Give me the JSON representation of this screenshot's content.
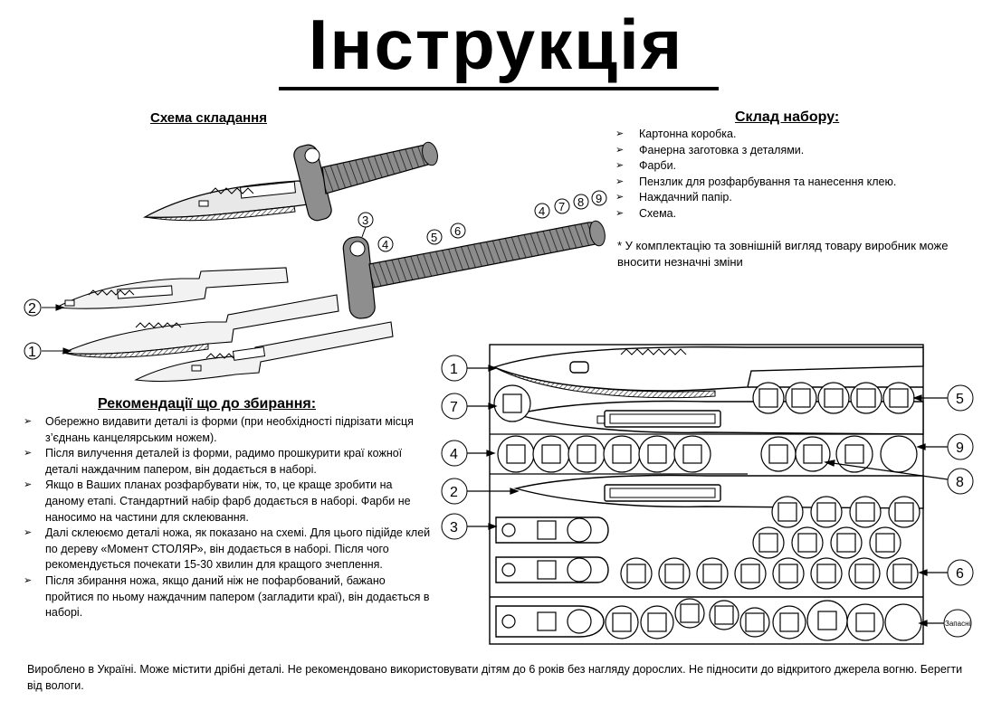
{
  "title": "Інструкція",
  "assembly_heading": "Схема складання",
  "kit_heading": "Склад набору:",
  "kit_items": [
    "Картонна коробка.",
    "Фанерна заготовка з деталями.",
    "Фарби.",
    "Пензлик для розфарбування та нанесення клею.",
    "Наждачний папір.",
    "Схема."
  ],
  "kit_note": "* У комплектацію та зовнішній вигляд товару виробник може вносити незначні зміни",
  "recommend_heading": "Рекомендації що до збирання:",
  "recommendations": [
    "Обережно видавити деталі із форми (при необхідності підрізати місця з’єднань канцелярським ножем).",
    "Після вилучення деталей із форми, радимо прошкурити краї кожної деталі наждачним папером, він додається в наборі.",
    "Якщо в Ваших планах розфарбувати ніж, то, це краще зробити на даному етапі. Стандартний набір фарб додається в наборі. Фарби не наносимо на частини для склеювання.",
    "Далі склеюємо деталі ножа, як показано на схемі. Для цього підійде клей по дереву «Момент СТОЛЯР», він додається в наборі. Після чого рекомендується почекати 15-30 хвилин для кращого зчеплення.",
    "Після збирання ножа, якщо даний ніж не пофарбований, бажано пройтися по ньому наждачним папером (загладити краї), він додається в наборі."
  ],
  "footer": "Вироблено в Україні. Може містити дрібні деталі. Не рекомендовано використовувати дітям до 6 років без нагляду дорослих. Не підносити до відкритого джерела вогню. Берегти від вологи.",
  "assembly_labels": [
    "1",
    "2",
    "3",
    "4",
    "5",
    "6",
    "4",
    "7",
    "8",
    "9"
  ],
  "sheet_labels": [
    "1",
    "7",
    "4",
    "2",
    "3",
    "5",
    "9",
    "8",
    "6"
  ],
  "spare_label": "Запасні",
  "colors": {
    "ink": "#000000",
    "part_fill": "#f2f2f2",
    "handle_fill": "#9a9a9a"
  }
}
